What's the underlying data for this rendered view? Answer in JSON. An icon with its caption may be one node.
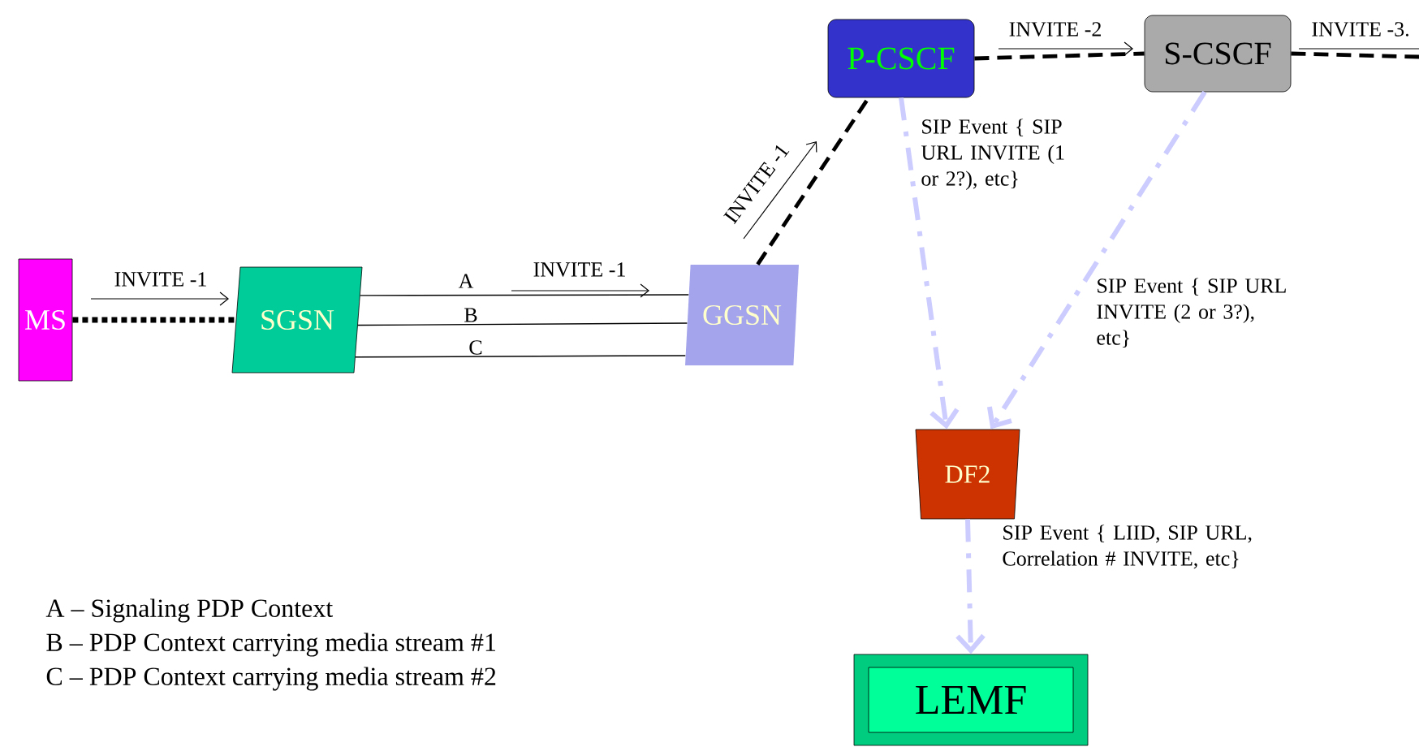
{
  "diagram": {
    "nodes": [
      {
        "text": [
          "MS"
        ]
      },
      {
        "text": [
          "SGSN"
        ]
      },
      {
        "text": [
          "GGSN"
        ]
      },
      {
        "text": [
          "P-CSCF"
        ]
      },
      {
        "text": [
          "S-CSCF"
        ]
      },
      {
        "text": [
          "DF2"
        ]
      },
      {
        "text": [
          "LEMF"
        ]
      }
    ],
    "edges": [
      {
        "from": 0,
        "to": 1,
        "arrow": "none",
        "style": "dashed",
        "label": "INVITE -1"
      },
      {
        "from": 1,
        "to": 2,
        "arrow": "none",
        "label": "A"
      },
      {
        "from": 1,
        "to": 2,
        "arrow": "none",
        "label": "B"
      },
      {
        "from": 1,
        "to": 2,
        "arrow": "none",
        "label": "C"
      },
      {
        "from": 2,
        "to": 3,
        "arrow": "none",
        "style": "dashed",
        "label": "INVITE -1"
      },
      {
        "from": 3,
        "to": 4,
        "arrow": "none",
        "style": "dashed",
        "label": "INVITE -2"
      },
      {
        "from": 4,
        "to": null,
        "arrow": "none",
        "style": "dashed",
        "label": "INVITE -3."
      },
      {
        "from": 3,
        "to": 5,
        "arrow": "to",
        "style": "dashed",
        "color": "#ccccff",
        "label": "SIP Event { SIP URL INVITE (1 or 2?), etc}"
      },
      {
        "from": 4,
        "to": 5,
        "arrow": "to",
        "style": "dashed",
        "color": "#ccccff",
        "label": "SIP Event { SIP URL INVITE (2 or 3?), etc}"
      },
      {
        "from": 5,
        "to": 6,
        "arrow": "to",
        "style": "dashed",
        "color": "#ccccff",
        "label": "SIP Event { LIID, SIP URL, Correlation # INVITE, etc}"
      }
    ],
    "labels": [
      "INVITE -1",
      "A – Signaling PDP Context",
      "B – PDP Context carrying media stream #1",
      "C – PDP Context carrying media stream #2"
    ]
  }
}
